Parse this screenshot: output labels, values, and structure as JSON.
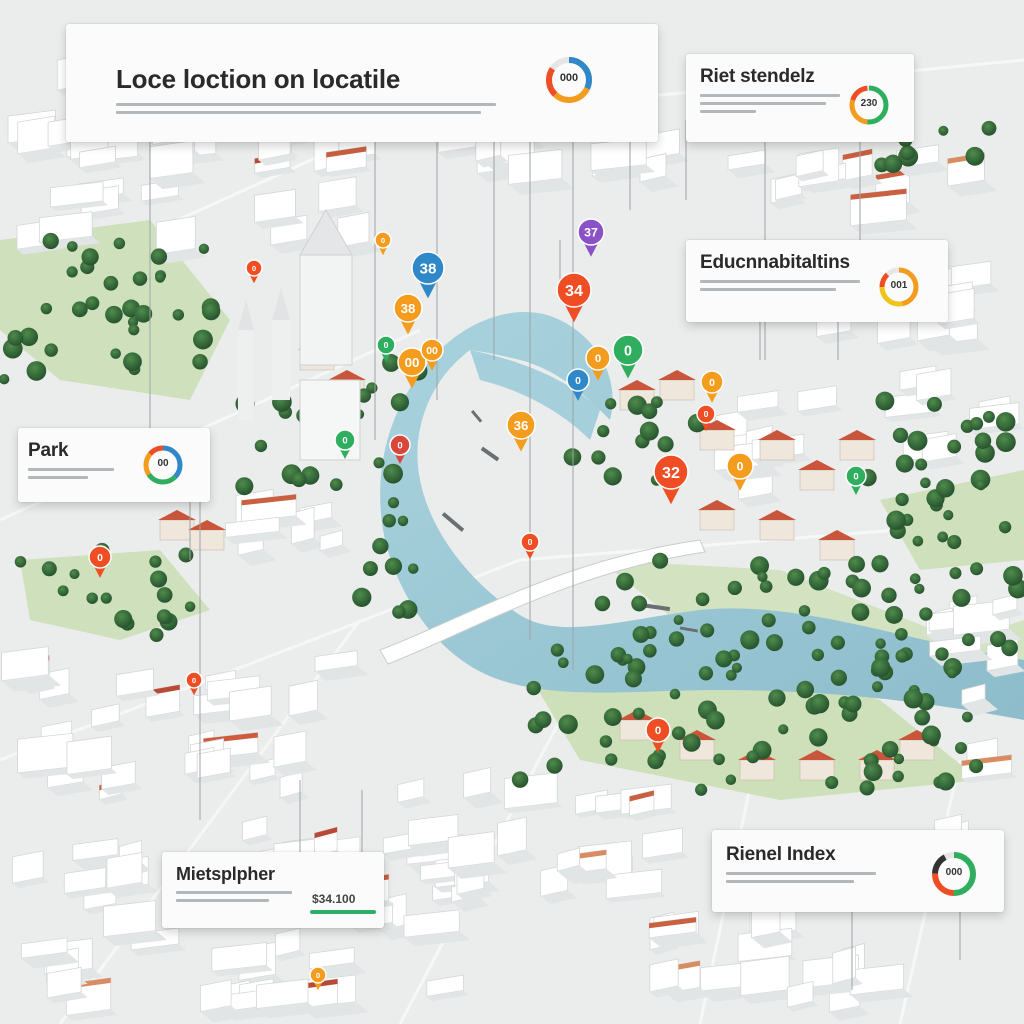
{
  "panels": {
    "main": {
      "title": "Loce loction on locatile",
      "gauge_value": "000",
      "gauge_caption": ""
    },
    "top_right": {
      "title": "Riet stendelz",
      "gauge_value": "230"
    },
    "education": {
      "title": "Educnnabitaltins",
      "gauge_value": "001"
    },
    "park": {
      "title": "Park",
      "gauge_value": "00"
    },
    "rental": {
      "title": "Mietsplpher",
      "meter_value": "$34.100"
    },
    "index": {
      "title": "Rienel Index",
      "gauge_value": "000"
    }
  },
  "pins": [
    {
      "label": "38",
      "color": "#2f88c8"
    },
    {
      "label": "38",
      "color": "#f39c1e"
    },
    {
      "label": "37",
      "color": "#8a52c6"
    },
    {
      "label": "34",
      "color": "#ef4d23"
    },
    {
      "label": "00",
      "color": "#f39c1e"
    },
    {
      "label": "00",
      "color": "#f39c1e"
    },
    {
      "label": "0",
      "color": "#ef4d23"
    },
    {
      "label": "0",
      "color": "#f39c1e"
    },
    {
      "label": "0",
      "color": "#2fae5f"
    },
    {
      "label": "0",
      "color": "#2fae5f"
    },
    {
      "label": "0",
      "color": "#d9473a"
    },
    {
      "label": "0",
      "color": "#f39c1e"
    },
    {
      "label": "0",
      "color": "#2fae5f"
    },
    {
      "label": "0",
      "color": "#2f88c8"
    },
    {
      "label": "36",
      "color": "#f39c1e"
    },
    {
      "label": "0",
      "color": "#ef4d23"
    },
    {
      "label": "0",
      "color": "#f39c1e"
    },
    {
      "label": "32",
      "color": "#ef4d23"
    },
    {
      "label": "0",
      "color": "#f39c1e"
    },
    {
      "label": "0",
      "color": "#2fae5f"
    },
    {
      "label": "0",
      "color": "#ef4d23"
    },
    {
      "label": "0",
      "color": "#ef4d23"
    },
    {
      "label": "0",
      "color": "#ef4d23"
    },
    {
      "label": "0",
      "color": "#f39c1e"
    },
    {
      "label": "0",
      "color": "#ef4d23"
    }
  ],
  "colors": {
    "water": "#9cc9d6",
    "park": "#7ea85a",
    "tree": "#2e6b3a",
    "building": "#f4f5f5",
    "roof_red": "#cf5a3e",
    "road": "#dcdfe0"
  }
}
